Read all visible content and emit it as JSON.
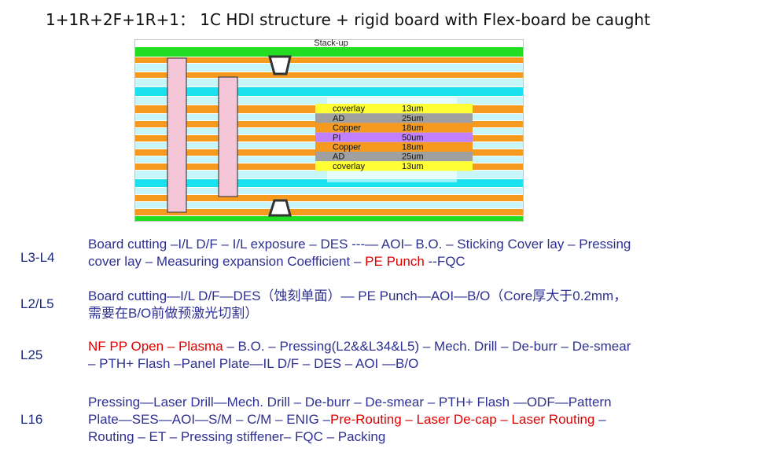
{
  "title": "1+1R+2F+1R+1： 1C HDI structure + rigid board with Flex-board be caught",
  "diagram": {
    "header": "Stack-up",
    "flex_table": [
      {
        "name": "coverlay",
        "thickness": "13um",
        "color": "#ffff33"
      },
      {
        "name": "AD",
        "thickness": "25um",
        "color": "#a0a0a0"
      },
      {
        "name": "Copper",
        "thickness": "18um",
        "color": "#f59a1e"
      },
      {
        "name": "PI",
        "thickness": "50um",
        "color": "#c080ff"
      },
      {
        "name": "Copper",
        "thickness": "18um",
        "color": "#f59a1e"
      },
      {
        "name": "AD",
        "thickness": "25um",
        "color": "#a0a0a0"
      },
      {
        "name": "coverlay",
        "thickness": "13um",
        "color": "#ffff33"
      }
    ],
    "colors": {
      "green": "#22dd22",
      "orange": "#f59a1e",
      "cyan": "#1ae0f0",
      "lightcyan": "#c8f6f8",
      "via": "#f5c6d8"
    }
  },
  "steps": [
    {
      "label": "L3-L4",
      "lines": [
        [
          {
            "text": "Board cutting –I/L D/F – I/L exposure – DES ---— AOI– B.O. – Sticking Cover lay – Pressing",
            "red": false
          }
        ],
        [
          {
            "text": "cover lay – Measuring expansion Coefficient – ",
            "red": false
          },
          {
            "text": "PE Punch",
            "red": true
          },
          {
            "text": " --FQC",
            "red": false
          }
        ]
      ]
    },
    {
      "label": "L2/L5",
      "lines": [
        [
          {
            "text": "Board cutting—I/L D/F—DES（蚀刻单面）— PE Punch—AOI—B/O（Core厚大于0.2mm，",
            "red": false
          }
        ],
        [
          {
            "text": "需要在B/O前做预激光切割）",
            "red": false
          }
        ]
      ]
    },
    {
      "label": "L25",
      "lines": [
        [
          {
            "text": "NF PP Open – Plasma",
            "red": true
          },
          {
            "text": " – B.O. – Pressing(L2&&L34&L5) – Mech. Drill – De-burr –  De-smear",
            "red": false
          }
        ],
        [
          {
            "text": " – PTH+ Flash –Panel Plate—IL D/F – DES –  AOI —B/O",
            "red": false
          }
        ]
      ]
    },
    {
      "label": "L16",
      "lines": [
        [
          {
            "text": "Pressing—Laser Drill—Mech. Drill – De-burr –  De-smear –  PTH+ Flash —ODF—Pattern",
            "red": false
          }
        ],
        [
          {
            "text": "Plate—SES—AOI—S/M – C/M – ENIG –",
            "red": false
          },
          {
            "text": "Pre-Routing – Laser De-cap – Laser Routing",
            "red": true
          },
          {
            "text": " –",
            "red": false
          }
        ],
        [
          {
            "text": "Routing – ET – Pressing stiffener– FQC – Packing",
            "red": false
          }
        ]
      ]
    }
  ]
}
